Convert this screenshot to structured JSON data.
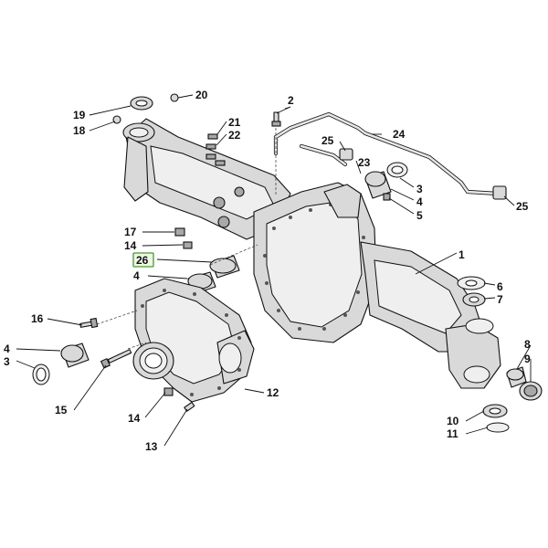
{
  "callouts": {
    "c1": "1",
    "c2": "2",
    "c3a": "3",
    "c3b": "3",
    "c4a": "4",
    "c4b": "4",
    "c4c": "4",
    "c5": "5",
    "c6": "6",
    "c7": "7",
    "c8": "8",
    "c9": "9",
    "c10": "10",
    "c11": "11",
    "c12": "12",
    "c13": "13",
    "c14a": "14",
    "c14b": "14",
    "c15": "15",
    "c16": "16",
    "c17": "17",
    "c18": "18",
    "c19": "19",
    "c20": "20",
    "c21": "21",
    "c22": "22",
    "c23": "23",
    "c24": "24",
    "c25a": "25",
    "c25b": "25",
    "c26": "26"
  },
  "highlighted_callout": "26",
  "colors": {
    "highlight_border": "#4a9a2a",
    "highlight_fill": "#eef7e6",
    "line": "#111111",
    "part_fill": "#d9d9d9"
  }
}
